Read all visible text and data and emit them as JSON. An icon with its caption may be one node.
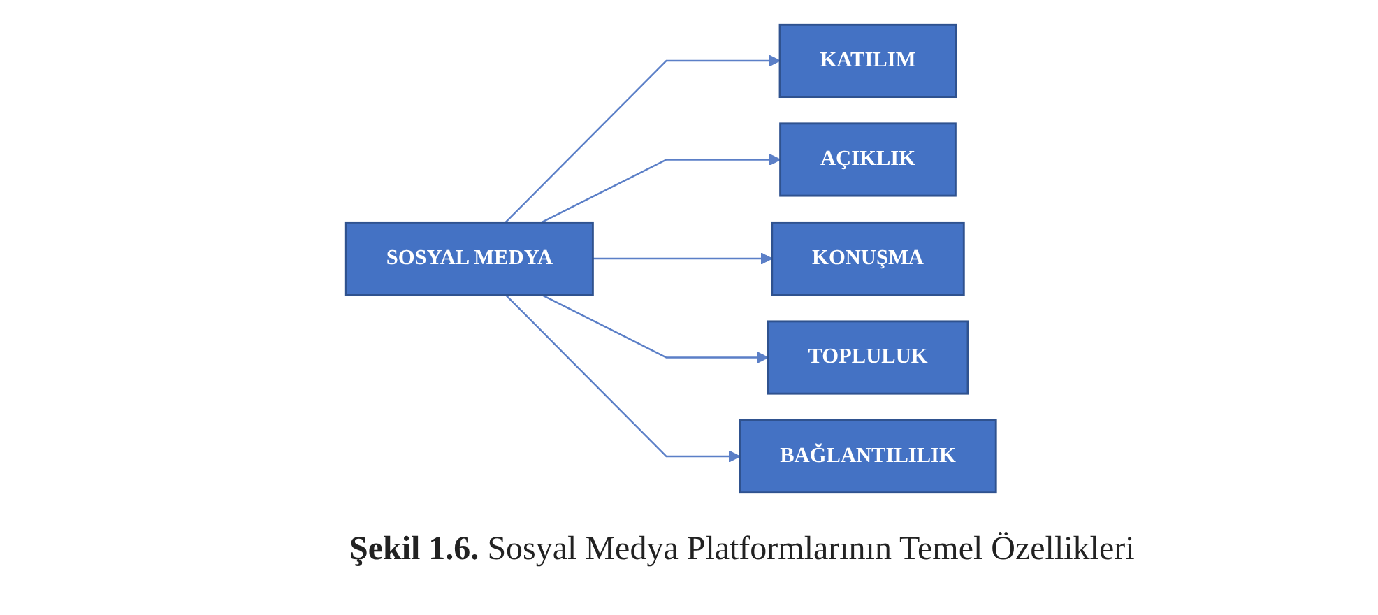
{
  "diagram": {
    "caption": "**Şekil 1.6.** Sosyal Medya Platformlarının Temel Özellikleri",
    "nodes": [
      {
        "text": [
          "SOSYAL MEDYA"
        ]
      },
      {
        "text": [
          "KATILIM"
        ]
      },
      {
        "text": [
          "AÇIKLIK"
        ]
      },
      {
        "text": [
          "KONUŞMA"
        ]
      },
      {
        "text": [
          "TOPLULUK"
        ]
      },
      {
        "text": [
          "BAĞLANTILILIK"
        ]
      }
    ],
    "edges": [
      {
        "from": 0,
        "to": 1,
        "arrow": "to"
      },
      {
        "from": 0,
        "to": 2,
        "arrow": "to"
      },
      {
        "from": 0,
        "to": 3,
        "arrow": "to"
      },
      {
        "from": 0,
        "to": 4,
        "arrow": "to"
      },
      {
        "from": 0,
        "to": 5,
        "arrow": "to"
      }
    ]
  }
}
